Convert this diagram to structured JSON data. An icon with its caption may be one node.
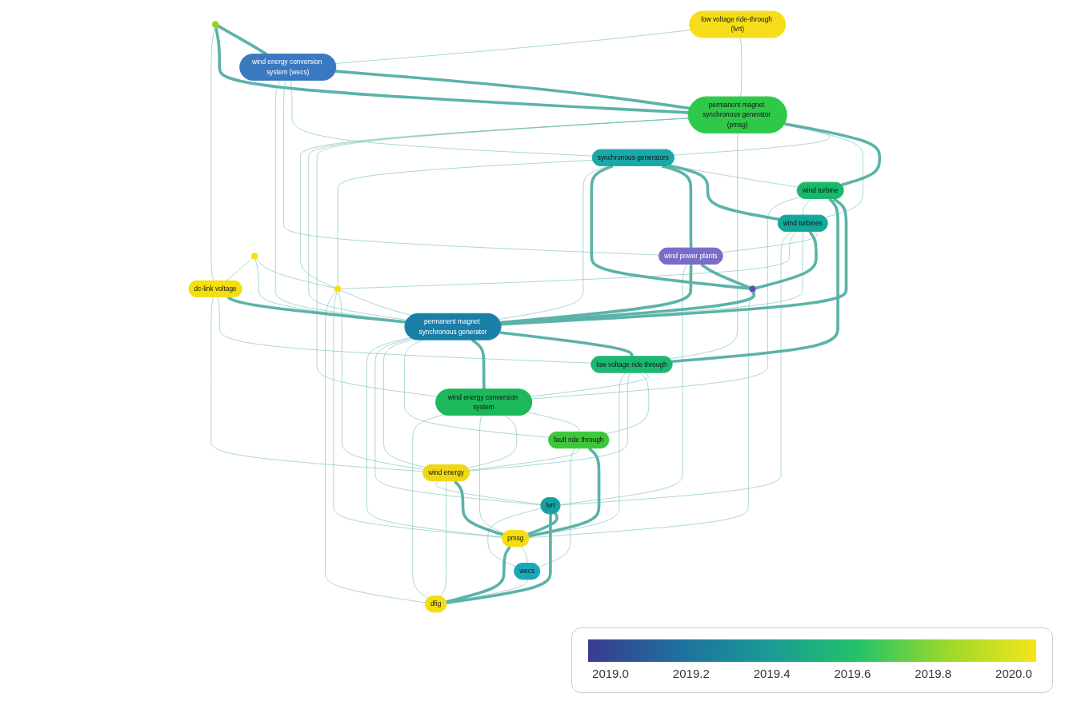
{
  "diagram": {
    "nodes": [
      {
        "text": [
          "low voltage ride-through (lvrt)"
        ]
      },
      {
        "text": [
          "wind energy conversion system (wecs)"
        ]
      },
      {
        "text": [],
        "shape": "circle"
      },
      {
        "text": [
          "permanent magnet synchronous generator (pmsg)"
        ]
      },
      {
        "text": [
          "synchronous generators"
        ]
      },
      {
        "text": [
          "wind turbine"
        ]
      },
      {
        "text": [
          "wind turbines"
        ]
      },
      {
        "text": [
          "wind power plants"
        ]
      },
      {
        "text": [],
        "shape": "circle"
      },
      {
        "text": [
          "dc-link voltage"
        ]
      },
      {
        "text": [],
        "shape": "circle"
      },
      {
        "text": [],
        "shape": "circle"
      },
      {
        "text": [
          "permanent magnet synchronous generator"
        ]
      },
      {
        "text": [
          "low voltage ride through"
        ]
      },
      {
        "text": [
          "wind energy conversion system"
        ]
      },
      {
        "text": [
          "fault ride through"
        ]
      },
      {
        "text": [
          "wind energy"
        ]
      },
      {
        "text": [
          "lvrt"
        ]
      },
      {
        "text": [
          "pmsg"
        ]
      },
      {
        "text": [
          "wecs"
        ]
      },
      {
        "text": [
          "dfig"
        ]
      }
    ],
    "edges": [
      {
        "from": 0,
        "to": 3,
        "arrow": "none"
      },
      {
        "from": 0,
        "to": 1,
        "arrow": "none"
      },
      {
        "from": 1,
        "to": 3,
        "arrow": "none",
        "style": "thick"
      },
      {
        "from": 2,
        "to": 1,
        "arrow": "none",
        "style": "thick"
      },
      {
        "from": 2,
        "to": 3,
        "arrow": "none",
        "style": "thick"
      },
      {
        "from": 2,
        "to": 9,
        "arrow": "none"
      },
      {
        "from": 1,
        "to": 4,
        "arrow": "none"
      },
      {
        "from": 1,
        "to": 7,
        "arrow": "none"
      },
      {
        "from": 1,
        "to": 12,
        "arrow": "none"
      },
      {
        "from": 3,
        "to": 5,
        "arrow": "none",
        "style": "thick"
      },
      {
        "from": 3,
        "to": 4,
        "arrow": "none"
      },
      {
        "from": 3,
        "to": 6,
        "arrow": "none"
      },
      {
        "from": 3,
        "to": 13,
        "arrow": "none"
      },
      {
        "from": 3,
        "to": 14,
        "arrow": "none"
      },
      {
        "from": 3,
        "to": 12,
        "arrow": "none"
      },
      {
        "from": 3,
        "to": 10,
        "arrow": "none"
      },
      {
        "from": 5,
        "to": 12,
        "arrow": "none",
        "style": "thick"
      },
      {
        "from": 5,
        "to": 13,
        "arrow": "none",
        "style": "thick"
      },
      {
        "from": 5,
        "to": 6,
        "arrow": "none"
      },
      {
        "from": 5,
        "to": 14,
        "arrow": "none"
      },
      {
        "from": 4,
        "to": 5,
        "arrow": "none"
      },
      {
        "from": 4,
        "to": 6,
        "arrow": "none",
        "style": "thick"
      },
      {
        "from": 4,
        "to": 7,
        "arrow": "none",
        "style": "thick"
      },
      {
        "from": 4,
        "to": 11,
        "arrow": "none",
        "style": "thick"
      },
      {
        "from": 4,
        "to": 12,
        "arrow": "none"
      },
      {
        "from": 4,
        "to": 10,
        "arrow": "none"
      },
      {
        "from": 6,
        "to": 7,
        "arrow": "none"
      },
      {
        "from": 6,
        "to": 11,
        "arrow": "none",
        "style": "thick"
      },
      {
        "from": 6,
        "to": 12,
        "arrow": "none"
      },
      {
        "from": 6,
        "to": 10,
        "arrow": "none"
      },
      {
        "from": 6,
        "to": 17,
        "arrow": "none"
      },
      {
        "from": 7,
        "to": 11,
        "arrow": "none",
        "style": "thick"
      },
      {
        "from": 7,
        "to": 12,
        "arrow": "none",
        "style": "thick"
      },
      {
        "from": 7,
        "to": 17,
        "arrow": "none"
      },
      {
        "from": 11,
        "to": 12,
        "arrow": "none",
        "style": "thick"
      },
      {
        "from": 11,
        "to": 18,
        "arrow": "none"
      },
      {
        "from": 8,
        "to": 10,
        "arrow": "none"
      },
      {
        "from": 8,
        "to": 12,
        "arrow": "none"
      },
      {
        "from": 8,
        "to": 9,
        "arrow": "none"
      },
      {
        "from": 9,
        "to": 12,
        "arrow": "none",
        "style": "thick"
      },
      {
        "from": 9,
        "to": 13,
        "arrow": "none"
      },
      {
        "from": 9,
        "to": 16,
        "arrow": "none"
      },
      {
        "from": 10,
        "to": 12,
        "arrow": "none"
      },
      {
        "from": 10,
        "to": 16,
        "arrow": "none"
      },
      {
        "from": 10,
        "to": 18,
        "arrow": "none"
      },
      {
        "from": 10,
        "to": 20,
        "arrow": "none"
      },
      {
        "from": 12,
        "to": 13,
        "arrow": "none",
        "style": "thick"
      },
      {
        "from": 12,
        "to": 14,
        "arrow": "none",
        "style": "thick"
      },
      {
        "from": 12,
        "to": 15,
        "arrow": "none"
      },
      {
        "from": 12,
        "to": 16,
        "arrow": "none"
      },
      {
        "from": 12,
        "to": 17,
        "arrow": "none"
      },
      {
        "from": 12,
        "to": 18,
        "arrow": "none"
      },
      {
        "from": 13,
        "to": 14,
        "arrow": "none"
      },
      {
        "from": 13,
        "to": 15,
        "arrow": "none"
      },
      {
        "from": 13,
        "to": 16,
        "arrow": "none"
      },
      {
        "from": 13,
        "to": 18,
        "arrow": "none"
      },
      {
        "from": 14,
        "to": 15,
        "arrow": "none"
      },
      {
        "from": 14,
        "to": 16,
        "arrow": "none"
      },
      {
        "from": 14,
        "to": 18,
        "arrow": "none"
      },
      {
        "from": 14,
        "to": 20,
        "arrow": "none"
      },
      {
        "from": 15,
        "to": 18,
        "arrow": "none",
        "style": "thick"
      },
      {
        "from": 15,
        "to": 16,
        "arrow": "none"
      },
      {
        "from": 15,
        "to": 19,
        "arrow": "none"
      },
      {
        "from": 16,
        "to": 18,
        "arrow": "none",
        "style": "thick"
      },
      {
        "from": 16,
        "to": 20,
        "arrow": "none"
      },
      {
        "from": 16,
        "to": 17,
        "arrow": "none"
      },
      {
        "from": 17,
        "to": 18,
        "arrow": "none",
        "style": "thick"
      },
      {
        "from": 17,
        "to": 20,
        "arrow": "none",
        "style": "thick"
      },
      {
        "from": 17,
        "to": 19,
        "arrow": "none"
      },
      {
        "from": 18,
        "to": 19,
        "arrow": "none"
      },
      {
        "from": 18,
        "to": 20,
        "arrow": "none",
        "style": "thick"
      },
      {
        "from": 19,
        "to": 20,
        "arrow": "none"
      }
    ],
    "labels": [
      "2019.0",
      "2019.2",
      "2019.4",
      "2019.6",
      "2019.8",
      "2020.0"
    ]
  }
}
